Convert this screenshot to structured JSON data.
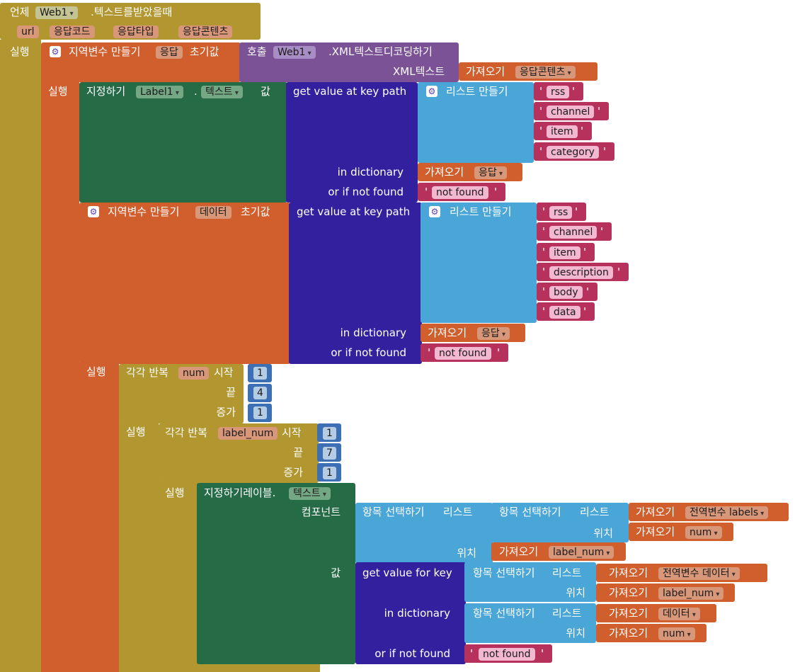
{
  "event": {
    "prefix": "언제",
    "component": "Web1",
    "suffix": ".텍스트를받았을때",
    "params": [
      "url",
      "응답코드",
      "응답타입",
      "응답콘텐츠"
    ],
    "do": "실행"
  },
  "local_resp": {
    "label": "지역변수 만들기",
    "name": "응답",
    "init": "초기값",
    "do": "실행"
  },
  "call": {
    "label": "호출",
    "component": "Web1",
    "method": ".XML텍스트디코딩하기",
    "arg_label": "XML텍스트"
  },
  "get": "가져오기",
  "get_content": "응답콘텐츠",
  "setter": {
    "label": "지정하기",
    "component": "Label1",
    "dot": ".",
    "prop": "텍스트",
    "value_label": "값"
  },
  "gvkp": {
    "label": "get value at key path",
    "in_dict": "in dictionary",
    "or_not_found": "or if not found"
  },
  "make_list": "리스트 만들기",
  "path1": [
    "rss",
    "channel",
    "item",
    "category"
  ],
  "path2": [
    "rss",
    "channel",
    "item",
    "description",
    "body",
    "data"
  ],
  "not_found": "not found",
  "var_resp": "응답",
  "local_data": {
    "label": "지역변수 만들기",
    "name": "데이터",
    "init": "초기값"
  },
  "loop1": {
    "label": "각각 반복",
    "var": "num",
    "start_label": "시작",
    "end_label": "끝",
    "step_label": "증가",
    "start": "1",
    "end": "4",
    "step": "1",
    "do": "실행"
  },
  "loop2": {
    "label": "각각 반복",
    "var": "label_num",
    "start_label": "시작",
    "end_label": "끝",
    "step_label": "증가",
    "start": "1",
    "end": "7",
    "step": "1",
    "do": "실행"
  },
  "set_label": {
    "label": "지정하기레이블.",
    "prop": "텍스트",
    "component_label": "컴포넌트",
    "value_label": "값"
  },
  "select": {
    "label": "항목 선택하기",
    "list_label": "리스트",
    "index_label": "위치"
  },
  "vars": {
    "global_labels": "전역변수 labels",
    "num": "num",
    "label_num": "label_num",
    "global_data": "전역변수 데이터",
    "data": "데이터"
  },
  "gvk": {
    "label": "get value for key",
    "in_dict": "in dictionary",
    "or_not_found": "or if not found"
  },
  "colors": {
    "event": "#b2962f",
    "local": "#d05f2d",
    "call": "#7b5296",
    "setter": "#256b45",
    "dict": "#33209e",
    "list": "#4aa6d7",
    "text": "#b6325c",
    "math": "#3d6fb5"
  }
}
